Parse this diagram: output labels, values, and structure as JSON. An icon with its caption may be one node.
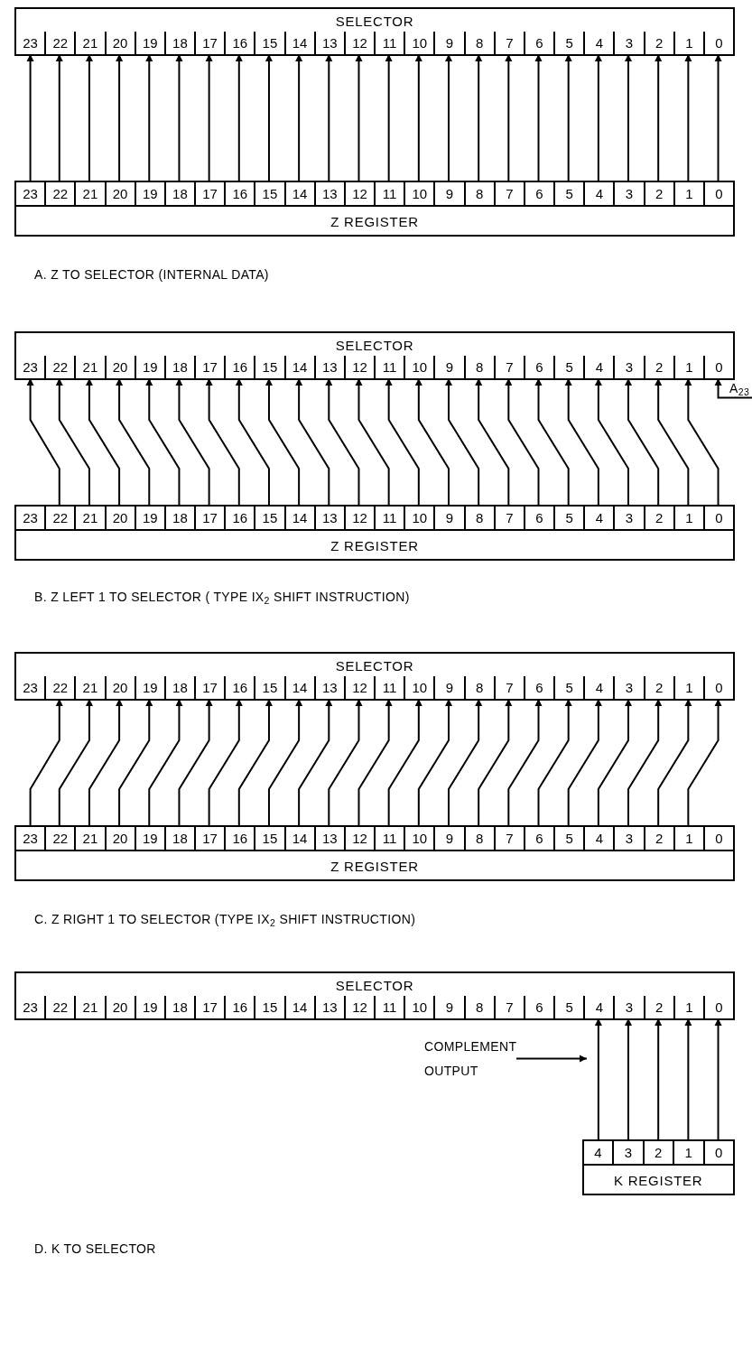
{
  "diagram": {
    "nodes": [
      {
        "text": [
          "SELECTOR"
        ]
      },
      {
        "text": [
          "23"
        ],
        "in": 0
      },
      {
        "text": [
          "22"
        ],
        "in": 0
      },
      {
        "text": [
          "21"
        ],
        "in": 0
      },
      {
        "text": [
          "20"
        ],
        "in": 0
      },
      {
        "text": [
          "19"
        ],
        "in": 0
      },
      {
        "text": [
          "18"
        ],
        "in": 0
      },
      {
        "text": [
          "17"
        ],
        "in": 0
      },
      {
        "text": [
          "16"
        ],
        "in": 0
      },
      {
        "text": [
          "15"
        ],
        "in": 0
      },
      {
        "text": [
          "14"
        ],
        "in": 0
      },
      {
        "text": [
          "13"
        ],
        "in": 0
      },
      {
        "text": [
          "12"
        ],
        "in": 0
      },
      {
        "text": [
          "11"
        ],
        "in": 0
      },
      {
        "text": [
          "10"
        ],
        "in": 0
      },
      {
        "text": [
          "9"
        ],
        "in": 0
      },
      {
        "text": [
          "8"
        ],
        "in": 0
      },
      {
        "text": [
          "7"
        ],
        "in": 0
      },
      {
        "text": [
          "6"
        ],
        "in": 0
      },
      {
        "text": [
          "5"
        ],
        "in": 0
      },
      {
        "text": [
          "4"
        ],
        "in": 0
      },
      {
        "text": [
          "3"
        ],
        "in": 0
      },
      {
        "text": [
          "2"
        ],
        "in": 0
      },
      {
        "text": [
          "1"
        ],
        "in": 0
      },
      {
        "text": [
          "0"
        ],
        "in": 0
      },
      {
        "text": [
          "Z REGISTER"
        ]
      },
      {
        "text": [
          "23"
        ],
        "in": 25
      },
      {
        "text": [
          "22"
        ],
        "in": 25
      },
      {
        "text": [
          "21"
        ],
        "in": 25
      },
      {
        "text": [
          "20"
        ],
        "in": 25
      },
      {
        "text": [
          "19"
        ],
        "in": 25
      },
      {
        "text": [
          "18"
        ],
        "in": 25
      },
      {
        "text": [
          "17"
        ],
        "in": 25
      },
      {
        "text": [
          "16"
        ],
        "in": 25
      },
      {
        "text": [
          "15"
        ],
        "in": 25
      },
      {
        "text": [
          "14"
        ],
        "in": 25
      },
      {
        "text": [
          "13"
        ],
        "in": 25
      },
      {
        "text": [
          "12"
        ],
        "in": 25
      },
      {
        "text": [
          "11"
        ],
        "in": 25
      },
      {
        "text": [
          "10"
        ],
        "in": 25
      },
      {
        "text": [
          "9"
        ],
        "in": 25
      },
      {
        "text": [
          "8"
        ],
        "in": 25
      },
      {
        "text": [
          "7"
        ],
        "in": 25
      },
      {
        "text": [
          "6"
        ],
        "in": 25
      },
      {
        "text": [
          "5"
        ],
        "in": 25
      },
      {
        "text": [
          "4"
        ],
        "in": 25
      },
      {
        "text": [
          "3"
        ],
        "in": 25
      },
      {
        "text": [
          "2"
        ],
        "in": 25
      },
      {
        "text": [
          "1"
        ],
        "in": 25
      },
      {
        "text": [
          "0"
        ],
        "in": 25
      },
      {
        "text": [
          "SELECTOR"
        ]
      },
      {
        "text": [
          "23"
        ],
        "in": 50
      },
      {
        "text": [
          "22"
        ],
        "in": 50
      },
      {
        "text": [
          "21"
        ],
        "in": 50
      },
      {
        "text": [
          "20"
        ],
        "in": 50
      },
      {
        "text": [
          "19"
        ],
        "in": 50
      },
      {
        "text": [
          "18"
        ],
        "in": 50
      },
      {
        "text": [
          "17"
        ],
        "in": 50
      },
      {
        "text": [
          "16"
        ],
        "in": 50
      },
      {
        "text": [
          "15"
        ],
        "in": 50
      },
      {
        "text": [
          "14"
        ],
        "in": 50
      },
      {
        "text": [
          "13"
        ],
        "in": 50
      },
      {
        "text": [
          "12"
        ],
        "in": 50
      },
      {
        "text": [
          "11"
        ],
        "in": 50
      },
      {
        "text": [
          "10"
        ],
        "in": 50
      },
      {
        "text": [
          "9"
        ],
        "in": 50
      },
      {
        "text": [
          "8"
        ],
        "in": 50
      },
      {
        "text": [
          "7"
        ],
        "in": 50
      },
      {
        "text": [
          "6"
        ],
        "in": 50
      },
      {
        "text": [
          "5"
        ],
        "in": 50
      },
      {
        "text": [
          "4"
        ],
        "in": 50
      },
      {
        "text": [
          "3"
        ],
        "in": 50
      },
      {
        "text": [
          "2"
        ],
        "in": 50
      },
      {
        "text": [
          "1"
        ],
        "in": 50
      },
      {
        "text": [
          "0"
        ],
        "in": 50
      },
      {
        "text": [
          "Z REGISTER"
        ]
      },
      {
        "text": [
          "23"
        ],
        "in": 75
      },
      {
        "text": [
          "22"
        ],
        "in": 75
      },
      {
        "text": [
          "21"
        ],
        "in": 75
      },
      {
        "text": [
          "20"
        ],
        "in": 75
      },
      {
        "text": [
          "19"
        ],
        "in": 75
      },
      {
        "text": [
          "18"
        ],
        "in": 75
      },
      {
        "text": [
          "17"
        ],
        "in": 75
      },
      {
        "text": [
          "16"
        ],
        "in": 75
      },
      {
        "text": [
          "15"
        ],
        "in": 75
      },
      {
        "text": [
          "14"
        ],
        "in": 75
      },
      {
        "text": [
          "13"
        ],
        "in": 75
      },
      {
        "text": [
          "12"
        ],
        "in": 75
      },
      {
        "text": [
          "11"
        ],
        "in": 75
      },
      {
        "text": [
          "10"
        ],
        "in": 75
      },
      {
        "text": [
          "9"
        ],
        "in": 75
      },
      {
        "text": [
          "8"
        ],
        "in": 75
      },
      {
        "text": [
          "7"
        ],
        "in": 75
      },
      {
        "text": [
          "6"
        ],
        "in": 75
      },
      {
        "text": [
          "5"
        ],
        "in": 75
      },
      {
        "text": [
          "4"
        ],
        "in": 75
      },
      {
        "text": [
          "3"
        ],
        "in": 75
      },
      {
        "text": [
          "2"
        ],
        "in": 75
      },
      {
        "text": [
          "1"
        ],
        "in": 75
      },
      {
        "text": [
          "0"
        ],
        "in": 75
      },
      {
        "text": [
          "A$_{23}$"
        ]
      },
      {
        "text": [
          "SELECTOR"
        ]
      },
      {
        "text": [
          "23"
        ],
        "in": 101
      },
      {
        "text": [
          "22"
        ],
        "in": 101
      },
      {
        "text": [
          "21"
        ],
        "in": 101
      },
      {
        "text": [
          "20"
        ],
        "in": 101
      },
      {
        "text": [
          "19"
        ],
        "in": 101
      },
      {
        "text": [
          "18"
        ],
        "in": 101
      },
      {
        "text": [
          "17"
        ],
        "in": 101
      },
      {
        "text": [
          "16"
        ],
        "in": 101
      },
      {
        "text": [
          "15"
        ],
        "in": 101
      },
      {
        "text": [
          "14"
        ],
        "in": 101
      },
      {
        "text": [
          "13"
        ],
        "in": 101
      },
      {
        "text": [
          "12"
        ],
        "in": 101
      },
      {
        "text": [
          "11"
        ],
        "in": 101
      },
      {
        "text": [
          "10"
        ],
        "in": 101
      },
      {
        "text": [
          "9"
        ],
        "in": 101
      },
      {
        "text": [
          "8"
        ],
        "in": 101
      },
      {
        "text": [
          "7"
        ],
        "in": 101
      },
      {
        "text": [
          "6"
        ],
        "in": 101
      },
      {
        "text": [
          "5"
        ],
        "in": 101
      },
      {
        "text": [
          "4"
        ],
        "in": 101
      },
      {
        "text": [
          "3"
        ],
        "in": 101
      },
      {
        "text": [
          "2"
        ],
        "in": 101
      },
      {
        "text": [
          "1"
        ],
        "in": 101
      },
      {
        "text": [
          "0"
        ],
        "in": 101
      },
      {
        "text": [
          "Z REGISTER"
        ]
      },
      {
        "text": [
          "23"
        ],
        "in": 126
      },
      {
        "text": [
          "22"
        ],
        "in": 126
      },
      {
        "text": [
          "21"
        ],
        "in": 126
      },
      {
        "text": [
          "20"
        ],
        "in": 126
      },
      {
        "text": [
          "19"
        ],
        "in": 126
      },
      {
        "text": [
          "18"
        ],
        "in": 126
      },
      {
        "text": [
          "17"
        ],
        "in": 126
      },
      {
        "text": [
          "16"
        ],
        "in": 126
      },
      {
        "text": [
          "15"
        ],
        "in": 126
      },
      {
        "text": [
          "14"
        ],
        "in": 126
      },
      {
        "text": [
          "13"
        ],
        "in": 126
      },
      {
        "text": [
          "12"
        ],
        "in": 126
      },
      {
        "text": [
          "11"
        ],
        "in": 126
      },
      {
        "text": [
          "10"
        ],
        "in": 126
      },
      {
        "text": [
          "9"
        ],
        "in": 126
      },
      {
        "text": [
          "8"
        ],
        "in": 126
      },
      {
        "text": [
          "7"
        ],
        "in": 126
      },
      {
        "text": [
          "6"
        ],
        "in": 126
      },
      {
        "text": [
          "5"
        ],
        "in": 126
      },
      {
        "text": [
          "4"
        ],
        "in": 126
      },
      {
        "text": [
          "3"
        ],
        "in": 126
      },
      {
        "text": [
          "2"
        ],
        "in": 126
      },
      {
        "text": [
          "1"
        ],
        "in": 126
      },
      {
        "text": [
          "0"
        ],
        "in": 126
      },
      {
        "text": [
          "SELECTOR"
        ]
      },
      {
        "text": [
          "23"
        ],
        "in": 151
      },
      {
        "text": [
          "22"
        ],
        "in": 151
      },
      {
        "text": [
          "21"
        ],
        "in": 151
      },
      {
        "text": [
          "20"
        ],
        "in": 151
      },
      {
        "text": [
          "19"
        ],
        "in": 151
      },
      {
        "text": [
          "18"
        ],
        "in": 151
      },
      {
        "text": [
          "17"
        ],
        "in": 151
      },
      {
        "text": [
          "16"
        ],
        "in": 151
      },
      {
        "text": [
          "15"
        ],
        "in": 151
      },
      {
        "text": [
          "14"
        ],
        "in": 151
      },
      {
        "text": [
          "13"
        ],
        "in": 151
      },
      {
        "text": [
          "12"
        ],
        "in": 151
      },
      {
        "text": [
          "11"
        ],
        "in": 151
      },
      {
        "text": [
          "10"
        ],
        "in": 151
      },
      {
        "text": [
          "9"
        ],
        "in": 151
      },
      {
        "text": [
          "8"
        ],
        "in": 151
      },
      {
        "text": [
          "7"
        ],
        "in": 151
      },
      {
        "text": [
          "6"
        ],
        "in": 151
      },
      {
        "text": [
          "5"
        ],
        "in": 151
      },
      {
        "text": [
          "4"
        ],
        "in": 151
      },
      {
        "text": [
          "3"
        ],
        "in": 151
      },
      {
        "text": [
          "2"
        ],
        "in": 151
      },
      {
        "text": [
          "1"
        ],
        "in": 151
      },
      {
        "text": [
          "0"
        ],
        "in": 151
      },
      {
        "text": [
          "COMPLEMENT OUTPUT"
        ]
      },
      {
        "text": [
          "K REGISTER"
        ]
      },
      {
        "text": [
          "4"
        ],
        "in": 177
      },
      {
        "text": [
          "3"
        ],
        "in": 177
      },
      {
        "text": [
          "2"
        ],
        "in": 177
      },
      {
        "text": [
          "1"
        ],
        "in": 177
      },
      {
        "text": [
          "0"
        ],
        "in": 177
      }
    ],
    "edges": [
      {
        "from": 26,
        "to": 1,
        "arrow": "to"
      },
      {
        "from": 27,
        "to": 2,
        "arrow": "to"
      },
      {
        "from": 28,
        "to": 3,
        "arrow": "to"
      },
      {
        "from": 29,
        "to": 4,
        "arrow": "to"
      },
      {
        "from": 30,
        "to": 5,
        "arrow": "to"
      },
      {
        "from": 31,
        "to": 6,
        "arrow": "to"
      },
      {
        "from": 32,
        "to": 7,
        "arrow": "to"
      },
      {
        "from": 33,
        "to": 8,
        "arrow": "to"
      },
      {
        "from": 34,
        "to": 9,
        "arrow": "to"
      },
      {
        "from": 35,
        "to": 10,
        "arrow": "to"
      },
      {
        "from": 36,
        "to": 11,
        "arrow": "to"
      },
      {
        "from": 37,
        "to": 12,
        "arrow": "to"
      },
      {
        "from": 38,
        "to": 13,
        "arrow": "to"
      },
      {
        "from": 39,
        "to": 14,
        "arrow": "to"
      },
      {
        "from": 40,
        "to": 15,
        "arrow": "to"
      },
      {
        "from": 41,
        "to": 16,
        "arrow": "to"
      },
      {
        "from": 42,
        "to": 17,
        "arrow": "to"
      },
      {
        "from": 43,
        "to": 18,
        "arrow": "to"
      },
      {
        "from": 44,
        "to": 19,
        "arrow": "to"
      },
      {
        "from": 45,
        "to": 20,
        "arrow": "to"
      },
      {
        "from": 46,
        "to": 21,
        "arrow": "to"
      },
      {
        "from": 47,
        "to": 22,
        "arrow": "to"
      },
      {
        "from": 48,
        "to": 23,
        "arrow": "to"
      },
      {
        "from": 49,
        "to": 24,
        "arrow": "to"
      },
      {
        "from": 77,
        "to": 51,
        "arrow": "to"
      },
      {
        "from": 78,
        "to": 52,
        "arrow": "to"
      },
      {
        "from": 79,
        "to": 53,
        "arrow": "to"
      },
      {
        "from": 80,
        "to": 54,
        "arrow": "to"
      },
      {
        "from": 81,
        "to": 55,
        "arrow": "to"
      },
      {
        "from": 82,
        "to": 56,
        "arrow": "to"
      },
      {
        "from": 83,
        "to": 57,
        "arrow": "to"
      },
      {
        "from": 84,
        "to": 58,
        "arrow": "to"
      },
      {
        "from": 85,
        "to": 59,
        "arrow": "to"
      },
      {
        "from": 86,
        "to": 60,
        "arrow": "to"
      },
      {
        "from": 87,
        "to": 61,
        "arrow": "to"
      },
      {
        "from": 88,
        "to": 62,
        "arrow": "to"
      },
      {
        "from": 89,
        "to": 63,
        "arrow": "to"
      },
      {
        "from": 90,
        "to": 64,
        "arrow": "to"
      },
      {
        "from": 91,
        "to": 65,
        "arrow": "to"
      },
      {
        "from": 92,
        "to": 66,
        "arrow": "to"
      },
      {
        "from": 93,
        "to": 67,
        "arrow": "to"
      },
      {
        "from": 94,
        "to": 68,
        "arrow": "to"
      },
      {
        "from": 95,
        "to": 69,
        "arrow": "to"
      },
      {
        "from": 96,
        "to": 70,
        "arrow": "to"
      },
      {
        "from": 97,
        "to": 71,
        "arrow": "to"
      },
      {
        "from": 98,
        "to": 72,
        "arrow": "to"
      },
      {
        "from": 99,
        "to": 73,
        "arrow": "to"
      },
      {
        "from": 100,
        "to": 74,
        "arrow": "to"
      },
      {
        "from": 127,
        "to": 103,
        "arrow": "to"
      },
      {
        "from": 128,
        "to": 104,
        "arrow": "to"
      },
      {
        "from": 129,
        "to": 105,
        "arrow": "to"
      },
      {
        "from": 130,
        "to": 106,
        "arrow": "to"
      },
      {
        "from": 131,
        "to": 107,
        "arrow": "to"
      },
      {
        "from": 132,
        "to": 108,
        "arrow": "to"
      },
      {
        "from": 133,
        "to": 109,
        "arrow": "to"
      },
      {
        "from": 134,
        "to": 110,
        "arrow": "to"
      },
      {
        "from": 135,
        "to": 111,
        "arrow": "to"
      },
      {
        "from": 136,
        "to": 112,
        "arrow": "to"
      },
      {
        "from": 137,
        "to": 113,
        "arrow": "to"
      },
      {
        "from": 138,
        "to": 114,
        "arrow": "to"
      },
      {
        "from": 139,
        "to": 115,
        "arrow": "to"
      },
      {
        "from": 140,
        "to": 116,
        "arrow": "to"
      },
      {
        "from": 141,
        "to": 117,
        "arrow": "to"
      },
      {
        "from": 142,
        "to": 118,
        "arrow": "to"
      },
      {
        "from": 143,
        "to": 119,
        "arrow": "to"
      },
      {
        "from": 144,
        "to": 120,
        "arrow": "to"
      },
      {
        "from": 145,
        "to": 121,
        "arrow": "to"
      },
      {
        "from": 146,
        "to": 122,
        "arrow": "to"
      },
      {
        "from": 147,
        "to": 123,
        "arrow": "to"
      },
      {
        "from": 148,
        "to": 124,
        "arrow": "to"
      },
      {
        "from": 149,
        "to": 125,
        "arrow": "to"
      },
      {
        "from": 178,
        "to": 171,
        "arrow": "to"
      },
      {
        "from": 179,
        "to": 172,
        "arrow": "to"
      },
      {
        "from": 180,
        "to": 173,
        "arrow": "to"
      },
      {
        "from": 181,
        "to": 174,
        "arrow": "to"
      },
      {
        "from": 182,
        "to": 175,
        "arrow": "to"
      },
      {
        "from": 176,
        "to": null,
        "arrow": "to"
      }
    ],
    "labels": [
      "A. Z  TO SELECTOR (INTERNAL DATA)",
      "B. Z LEFT 1 TO SELECTOR ( TYPE IX$_{2}$ SHIFT INSTRUCTION)",
      "C. Z RIGHT 1 TO SELECTOR (TYPE IX$_{2}$ SHIFT INSTRUCTION)",
      "D. K  TO SELECTOR"
    ]
  }
}
